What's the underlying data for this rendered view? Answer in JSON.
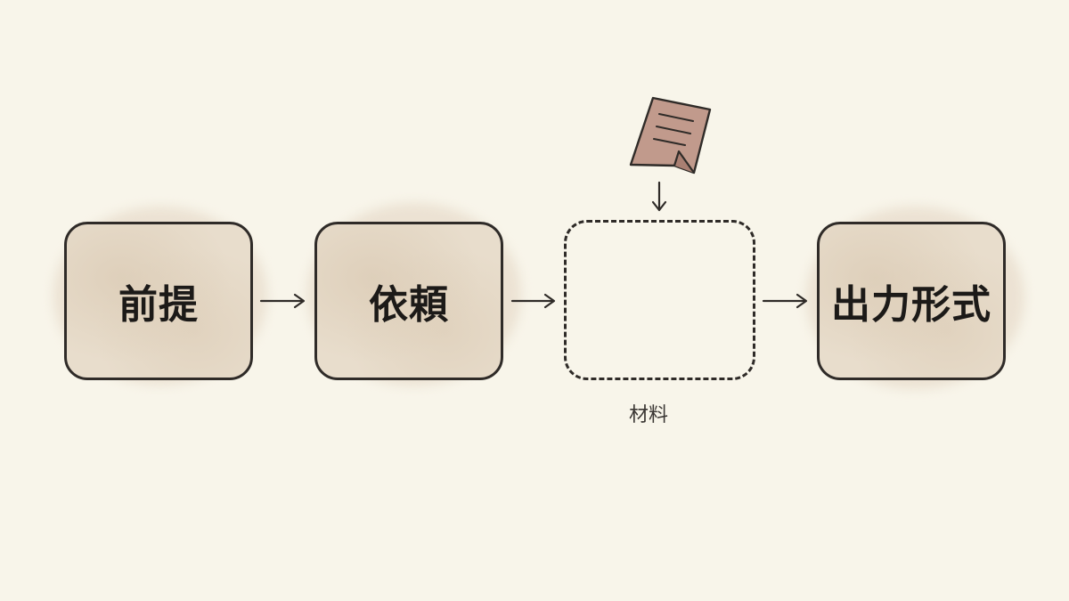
{
  "nodes": {
    "premise": {
      "label": "前提"
    },
    "request": {
      "label": "依頼"
    },
    "material": {
      "label": "",
      "caption": "材料"
    },
    "output_format": {
      "label": "出力形式"
    }
  },
  "icons": {
    "document": {
      "name": "document-icon",
      "fill": "#c19a8c",
      "stroke": "#2f2b28"
    }
  },
  "colors": {
    "background": "#f8f5ea",
    "box_fill": "#e8ddcc",
    "stroke": "#2f2b28"
  }
}
